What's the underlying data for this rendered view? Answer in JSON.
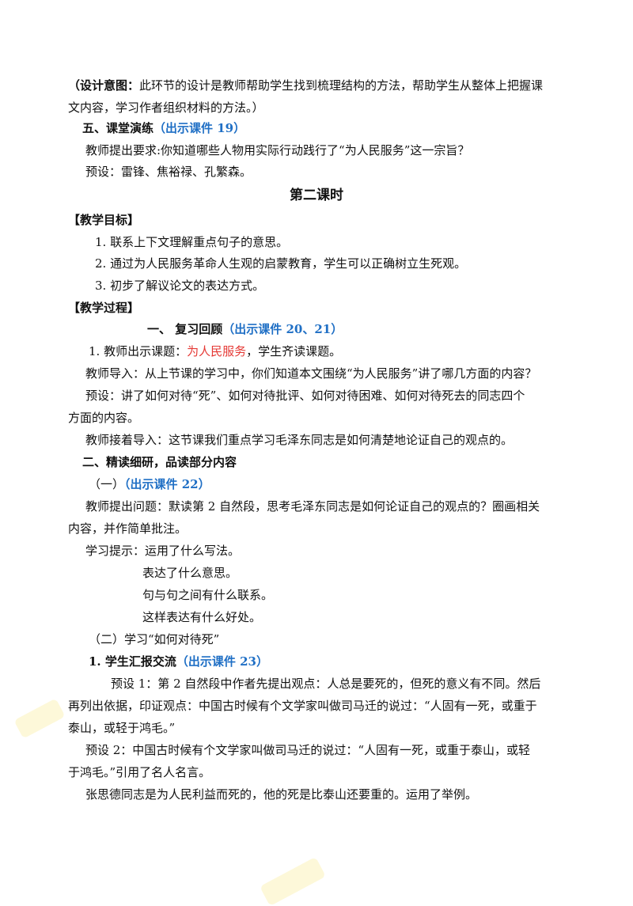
{
  "design_note": {
    "label": "（设计意图：",
    "text1": "此环节的设计是教师帮助学生找到梳理结构的方法，帮助学生从整体上把握课",
    "text2": "文内容，学习作者组织材料的方法。）"
  },
  "section5": {
    "title": "五、课堂演练",
    "courseware": "（出示课件 19）",
    "p1": "教师提出要求:你知道哪些人物用实际行动践行了“为人民服务”这一宗旨？",
    "p2": "预设：雷锋、焦裕禄、孔繁森。"
  },
  "lesson2_title": "第二课时",
  "objectives": {
    "header": "【教学目标】",
    "items": [
      "1. 联系上下文理解重点句子的意思。",
      "2. 通过为人民服务革命人生观的启蒙教育，学生可以正确树立生死观。",
      "3. 初步了解议论文的表达方式。"
    ]
  },
  "process": {
    "header": "【教学过程】",
    "part1": {
      "title": "一、 复习回顾",
      "courseware": "（出示课件 20、21）",
      "p1_pre": "1. 教师出示课题：",
      "p1_red": "为人民服务",
      "p1_post": "，学生齐读课题。",
      "p2": "教师导入：从上节课的学习中，你们知道本文围绕“为人民服务”讲了哪几方面的内容？",
      "p3a": "预设：讲了如何对待“死”、如何对待批评、如何对待困难、如何对待死去的同志四个",
      "p3b": "方面的内容。",
      "p4": "教师接着导入：这节课我们重点学习毛泽东同志是如何清楚地论证自己的观点的。"
    },
    "part2": {
      "title": "二、精读细研，品读部分内容",
      "sub1_label": "（一）",
      "sub1_courseware": "（出示课件 22）",
      "q_a": "教师提出问题：默读第 2 自然段，思考毛泽东同志是如何论证自己的观点的？圈画相关",
      "q_b": "内容，并作简单批注。",
      "tip_label": "学习提示：",
      "tips": [
        "运用了什么写法。",
        "表达了什么意思。",
        "句与句之间有什么联系。",
        "这样表达有什么好处。"
      ],
      "sub2": "（二）学习“如何对待死”",
      "item1_title": "1. 学生汇报交流",
      "item1_courseware": "（出示课件 23）",
      "pre1_a": "预设 1：第 2 自然段中作者先提出观点：人总是要死的，但死的意义有不同。然后",
      "pre1_b": "再列出依据，印证观点：中国古时候有个文学家叫做司马迁的说过：“人固有一死，或重于",
      "pre1_c": "泰山，或轻于鸿毛。”",
      "pre2_a": "预设 2：中国古时候有个文学家叫做司马迁的说过：“人固有一死，或重于泰山，或轻",
      "pre2_b": "于鸿毛。”引用了名人名言。",
      "last": "张思德同志是为人民利益而死的，他的死是比泰山还要重的。运用了举例。"
    }
  }
}
